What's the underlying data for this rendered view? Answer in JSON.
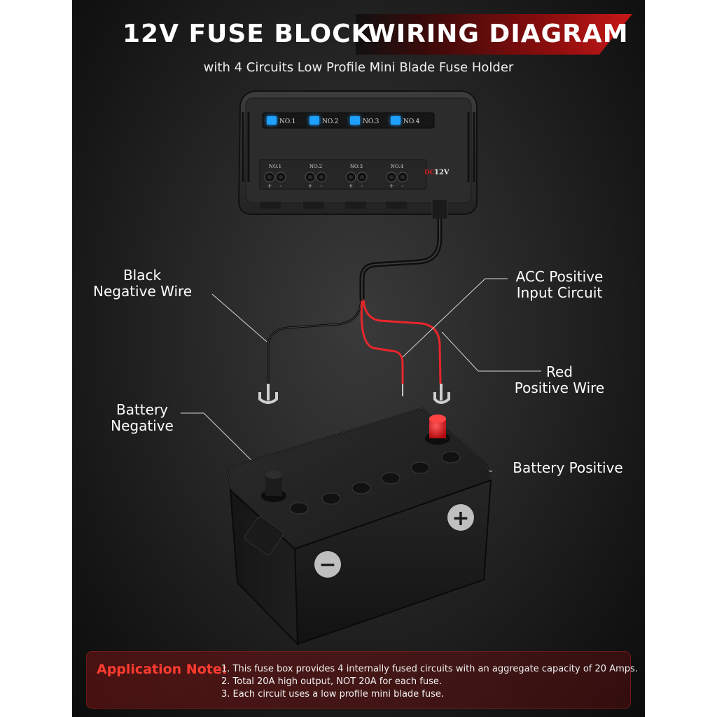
{
  "title": {
    "left": "12V FUSE BLOCK",
    "right": "WIRING DIAGRAM",
    "subtitle": "with 4 Circuits Low Profile Mini Blade Fuse Holder"
  },
  "fuse_block": {
    "indicators": [
      "NO.1",
      "NO.2",
      "NO.3",
      "NO.4"
    ],
    "terminal_groups": [
      "NO.1",
      "NO.2",
      "NO.3",
      "NO.4"
    ],
    "plus_sign": "+",
    "minus_sign": "-",
    "dc_label": "DC",
    "voltage_label": "12V",
    "led_color": "#1ea0ff"
  },
  "callouts": {
    "black_negative_line1": "Black",
    "black_negative_line2": "Negative Wire",
    "acc_positive_line1": "ACC Positive",
    "acc_positive_line2": "Input Circuit",
    "red_positive_line1": "Red",
    "red_positive_line2": "Positive Wire",
    "battery_negative_line1": "Battery",
    "battery_negative_line2": "Negative",
    "battery_positive": "Battery Positive"
  },
  "battery": {
    "plus_symbol": "+",
    "minus_symbol": "−",
    "positive_terminal_color": "#e0141a"
  },
  "wire_colors": {
    "red": "#e8262b",
    "black": "#1a1a1a"
  },
  "application_note": {
    "heading": "Application Note:",
    "lines": [
      "1. This fuse box provides 4 internally fused circuits with an aggregate capacity of 20 Amps.",
      "2. Total 20A high output, NOT 20A for each fuse.",
      "3. Each circuit uses a low profile mini blade fuse."
    ]
  }
}
